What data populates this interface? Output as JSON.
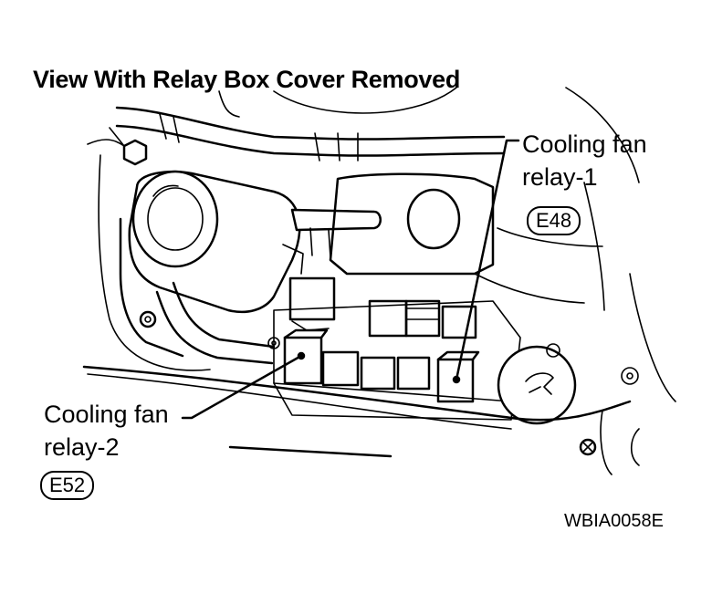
{
  "title": "View With Relay Box Cover Removed",
  "callouts": {
    "relay_1": {
      "line1": "Cooling fan",
      "line2": "relay-1",
      "connector": "E48"
    },
    "relay_2": {
      "line1": "Cooling fan",
      "line2": "relay-2",
      "connector": "E52"
    }
  },
  "figure_code": "WBIA0058E"
}
